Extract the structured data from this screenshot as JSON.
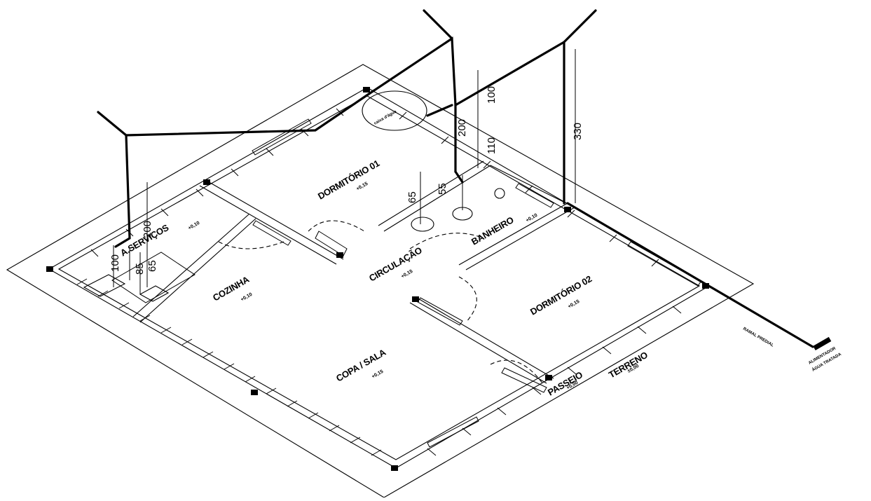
{
  "rooms": {
    "dormitorio01": "DORMITÓRIO 01",
    "dormitorio02": "DORMITÓRIO 02",
    "banheiro": "BANHEIRO",
    "circulacao": "CIRCULAÇÃO",
    "cozinha": "COZINHA",
    "copa_sala": "COPA / SALA",
    "servicos": "A.SERVIÇOS",
    "passeio": "PASSEIO",
    "terreno": "TERRENO"
  },
  "levels": {
    "dormitorio01": "+0,15",
    "dormitorio02": "+0,15",
    "banheiro": "+0,10",
    "circulacao": "+0,15",
    "cozinha": "+0,10",
    "copa_sala": "+0,15",
    "servicos": "+0,10",
    "passeio": "+0,00",
    "terreno": "±0,00"
  },
  "dimensions": {
    "d330": "330",
    "d200_bath": "200",
    "d100_bath": "100",
    "d110": "110",
    "d65_bath": "65",
    "d55": "55",
    "d200_serv": "200",
    "d100_serv": "100",
    "d85": "85",
    "d65_serv": "65"
  },
  "tags": {
    "caixa_dagua": "caixa d'água",
    "alimentador": "ALIMENTADOR",
    "agua_tratada": "ÁGUA TRATADA",
    "ramal": "RAMAL PREDIAL"
  },
  "colors": {
    "line": "#000000",
    "background": "#ffffff"
  }
}
